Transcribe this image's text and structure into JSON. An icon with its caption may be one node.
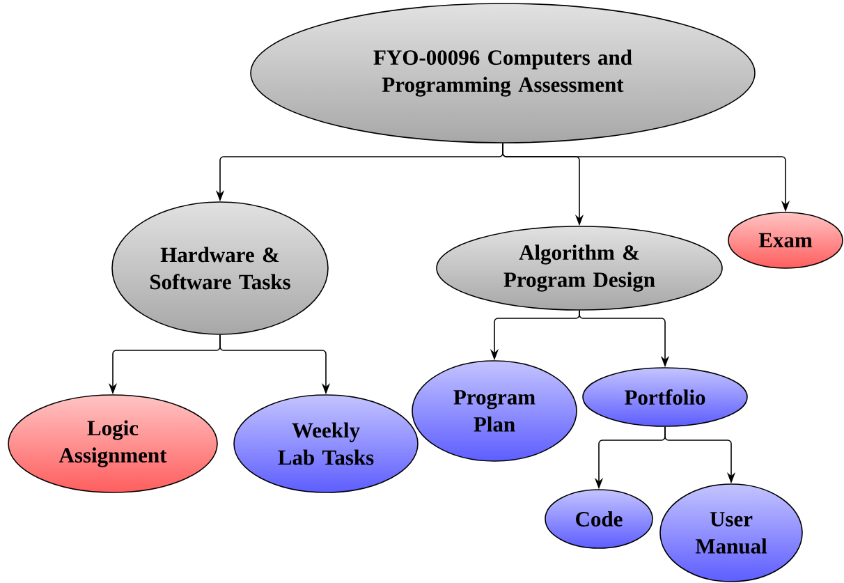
{
  "diagram": {
    "nodes": [
      {
        "text": [
          "FYO-00096 Computers and Programming Assessment"
        ]
      },
      {
        "text": [
          "Hardware & Software Tasks"
        ]
      },
      {
        "text": [
          "Algorithm & Program Design"
        ]
      },
      {
        "text": [
          "Exam"
        ]
      },
      {
        "text": [
          "Logic Assignment"
        ]
      },
      {
        "text": [
          "Weekly Lab Tasks"
        ]
      },
      {
        "text": [
          "Program Plan"
        ]
      },
      {
        "text": [
          "Portfolio"
        ]
      },
      {
        "text": [
          "Code"
        ]
      },
      {
        "text": [
          "User Manual"
        ]
      }
    ],
    "edges": [
      {
        "from": 0,
        "to": 1,
        "arrow": "to"
      },
      {
        "from": 0,
        "to": 2,
        "arrow": "to"
      },
      {
        "from": 0,
        "to": 3,
        "arrow": "to"
      },
      {
        "from": 1,
        "to": 4,
        "arrow": "to"
      },
      {
        "from": 1,
        "to": 5,
        "arrow": "to"
      },
      {
        "from": 2,
        "to": 6,
        "arrow": "to"
      },
      {
        "from": 2,
        "to": 7,
        "arrow": "to"
      },
      {
        "from": 7,
        "to": 8,
        "arrow": "to"
      },
      {
        "from": 7,
        "to": 9,
        "arrow": "to"
      }
    ]
  }
}
